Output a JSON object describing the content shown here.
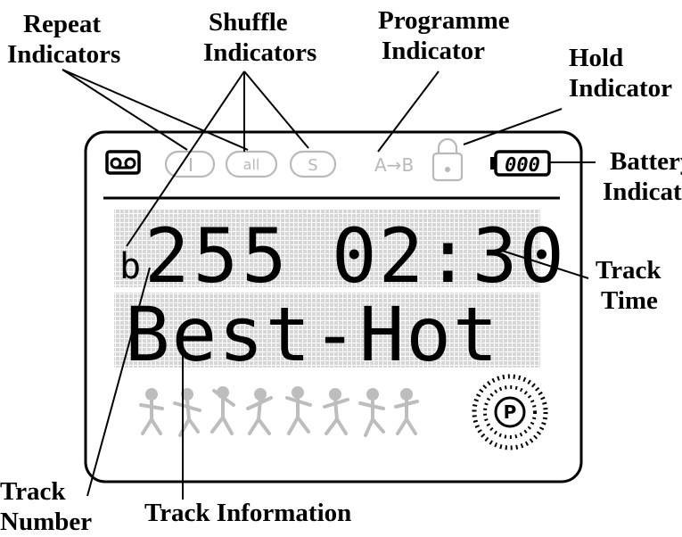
{
  "labels": {
    "repeat_1": "Repeat",
    "repeat_2": "Indicators",
    "shuffle_1": "Shuffle",
    "shuffle_2": "Indicators",
    "programme_1": "Programme",
    "programme_2": "Indicator",
    "hold_1": "Hold",
    "hold_2": "Indicator",
    "battery_1": "Battery",
    "battery_2": "Indicator",
    "track_time_1": "Track",
    "track_time_2": "Time",
    "track_number_1": "Track",
    "track_number_2": "Number",
    "track_information": "Track Information"
  },
  "display": {
    "track_number": "255",
    "track_time": "02:30",
    "track_info": "Best-Hot",
    "ab_label": "A→B",
    "all_label": "all",
    "shuffle_label": "S",
    "program_badge": "P",
    "battery_segments": "000"
  },
  "icons": [
    "tape-icon",
    "repeat-one-icon",
    "repeat-all-icon",
    "shuffle-icon",
    "ab-repeat-icon",
    "lock-icon",
    "battery-icon",
    "dancers-icon",
    "program-badge-icon"
  ],
  "colors": {
    "active": "#000000",
    "inactive": "#b9b9b9",
    "lcd_grid": "#cfcfcf",
    "background": "#ffffff"
  }
}
